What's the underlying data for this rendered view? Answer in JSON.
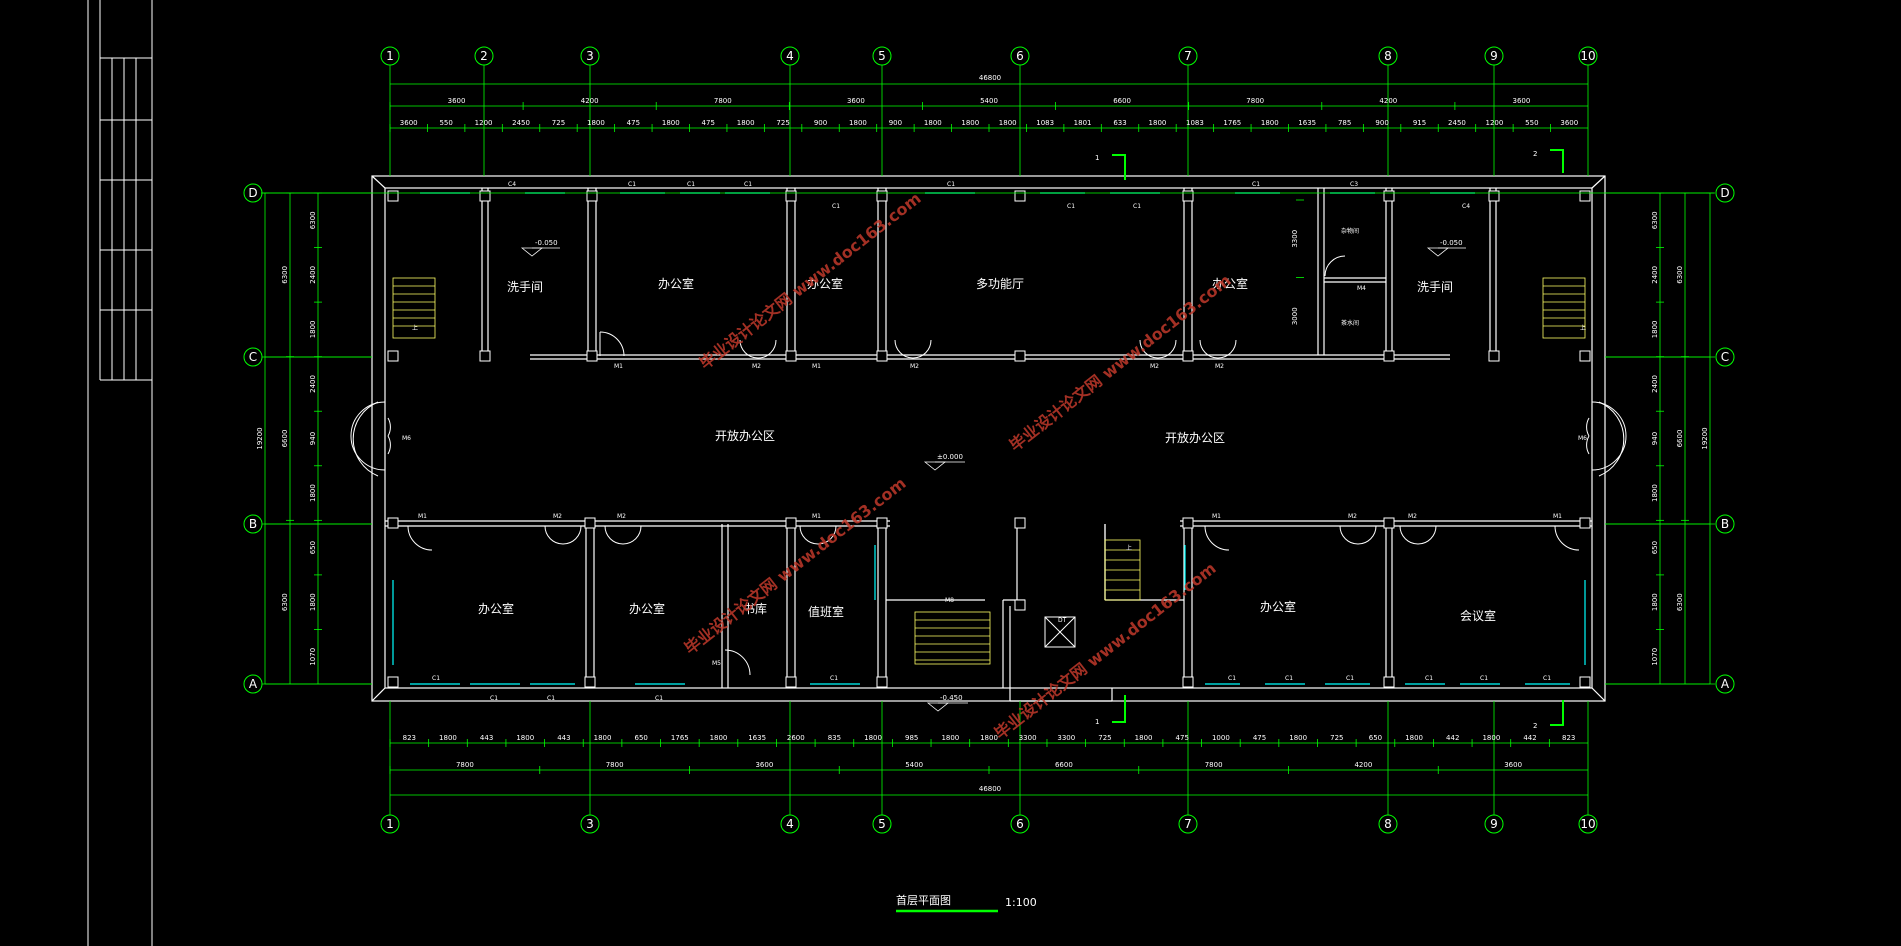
{
  "drawing": {
    "title": "首层平面图",
    "scale": "1:100",
    "total_width_dim": "46800",
    "colors": {
      "background": "#000000",
      "wall": "#ffffff",
      "dimension": "#00ff00",
      "axis_bubble": "#00ff00",
      "window": "#00ffff",
      "section": "#00ff00",
      "stair": "#ffff66",
      "watermark": "#c0392b"
    }
  },
  "axes": {
    "top": [
      "1",
      "2",
      "3",
      "4",
      "5",
      "6",
      "7",
      "8",
      "9",
      "10"
    ],
    "bottom": [
      "1",
      "3",
      "4",
      "5",
      "6",
      "7",
      "8",
      "9",
      "10"
    ],
    "rows": [
      "D",
      "C",
      "B",
      "A"
    ]
  },
  "dims": {
    "top_outer": [
      "3600",
      "4200",
      "7800",
      "3600",
      "5400",
      "6600",
      "7800",
      "4200",
      "3600"
    ],
    "top_inner": [
      "3600",
      "550",
      "1200",
      "2450",
      "725",
      "1800",
      "475",
      "1800",
      "475",
      "1800",
      "725",
      "900",
      "1800",
      "900",
      "1800",
      "1800",
      "1800",
      "1083",
      "1801",
      "633",
      "1800",
      "1083",
      "1765",
      "1800",
      "1635",
      "785",
      "900",
      "915",
      "2450",
      "1200",
      "550",
      "3600"
    ],
    "bottom_inner": [
      "823",
      "1800",
      "443",
      "1800",
      "443",
      "1800",
      "650",
      "1765",
      "1800",
      "1635",
      "2600",
      "835",
      "1800",
      "985",
      "1800",
      "1800",
      "3300",
      "3300",
      "725",
      "1800",
      "475",
      "1000",
      "475",
      "1800",
      "725",
      "650",
      "1800",
      "442",
      "1800",
      "442",
      "823"
    ],
    "bottom_outer": [
      "7800",
      "7800",
      "3600",
      "5400",
      "6600",
      "7800",
      "4200",
      "3600"
    ],
    "left_outer": [
      "19200"
    ],
    "left_mid": [
      "6300",
      "6600",
      "6300"
    ],
    "left_inner": [
      "6300",
      "2400",
      "1800",
      "2400",
      "940",
      "1800",
      "650",
      "1800",
      "1070"
    ],
    "right_outer": [
      "19200"
    ],
    "right_mid": [
      "6300",
      "6600",
      "6300"
    ],
    "right_inner": [
      "6300",
      "2400",
      "1800",
      "2400",
      "940",
      "1800",
      "650",
      "1800",
      "1070"
    ],
    "elev_right": [
      "3300",
      "3000"
    ]
  },
  "rooms": {
    "washroom_left": "洗手间",
    "office_1": "办公室",
    "office_2": "办公室",
    "multi_hall": "多功能厅",
    "office_3": "办公室",
    "storage": "杂物间",
    "tea_room": "茶水间",
    "washroom_right": "洗手间",
    "open_office_left": "开放办公区",
    "open_office_right": "开放办公区",
    "office_4": "办公室",
    "office_5": "办公室",
    "library": "书库",
    "duty_room": "值班室",
    "office_6": "办公室",
    "meeting_room": "会议室"
  },
  "levels": {
    "wash_left": "-0.050",
    "wash_right": "-0.050",
    "floor": "±0.000",
    "entry": "-0.450"
  },
  "tags": {
    "c4": "C4",
    "c1": "C1",
    "c3": "C3",
    "m1": "M1",
    "m2": "M2",
    "m4": "M4",
    "m5": "M5",
    "m6": "M6",
    "m8": "M8",
    "dt": "DT",
    "up": "上"
  },
  "section_marks": [
    "1",
    "2"
  ],
  "watermark": "毕业设计论文网 www.doc163.com"
}
